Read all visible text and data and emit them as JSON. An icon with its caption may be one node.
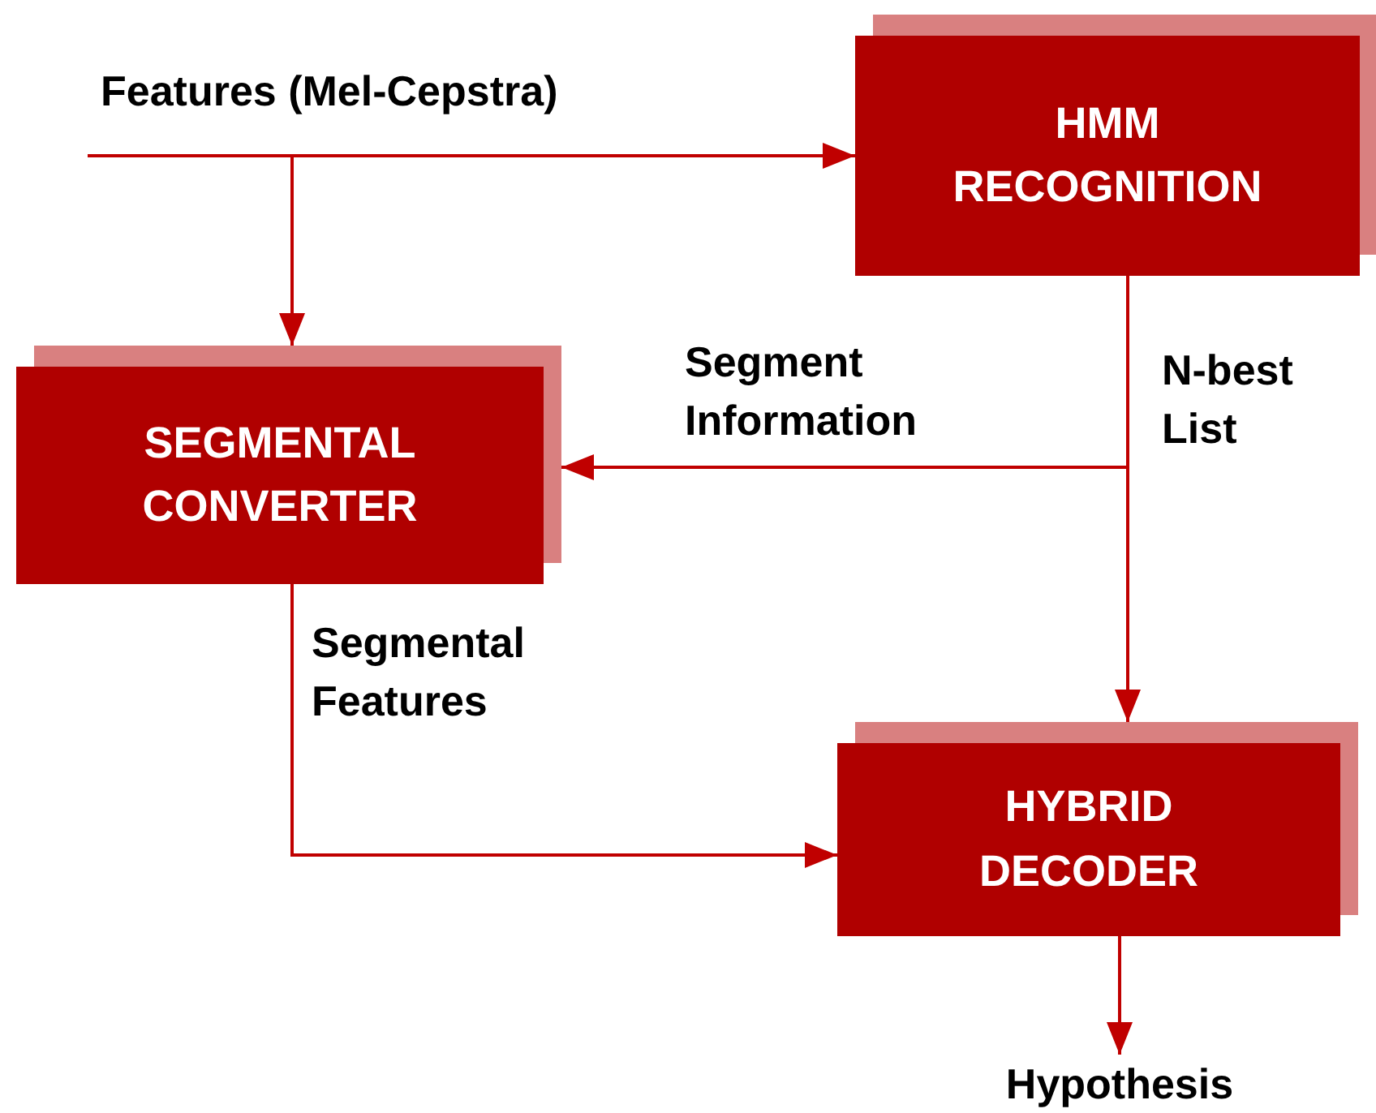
{
  "diagram": {
    "nodes": [
      {
        "text": [
          "HMM RECOGNITION"
        ]
      },
      {
        "text": [
          "SEGMENTAL CONVERTER"
        ]
      },
      {
        "text": [
          "HYBRID DECODER"
        ]
      },
      {
        "text": [
          "Hypothesis"
        ]
      }
    ],
    "edges": [
      {
        "from": null,
        "to": 0,
        "arrow": "to",
        "label": "Features (Mel-Cepstra)"
      },
      {
        "from": null,
        "to": 1,
        "arrow": "to"
      },
      {
        "from": 0,
        "to": 2,
        "arrow": "to",
        "label": "N-best List"
      },
      {
        "from": 0,
        "to": 1,
        "arrow": "to",
        "label": "Segment Information"
      },
      {
        "from": 1,
        "to": 2,
        "arrow": "to",
        "label": "Segmental Features"
      },
      {
        "from": 2,
        "to": 3,
        "arrow": "to"
      }
    ]
  }
}
